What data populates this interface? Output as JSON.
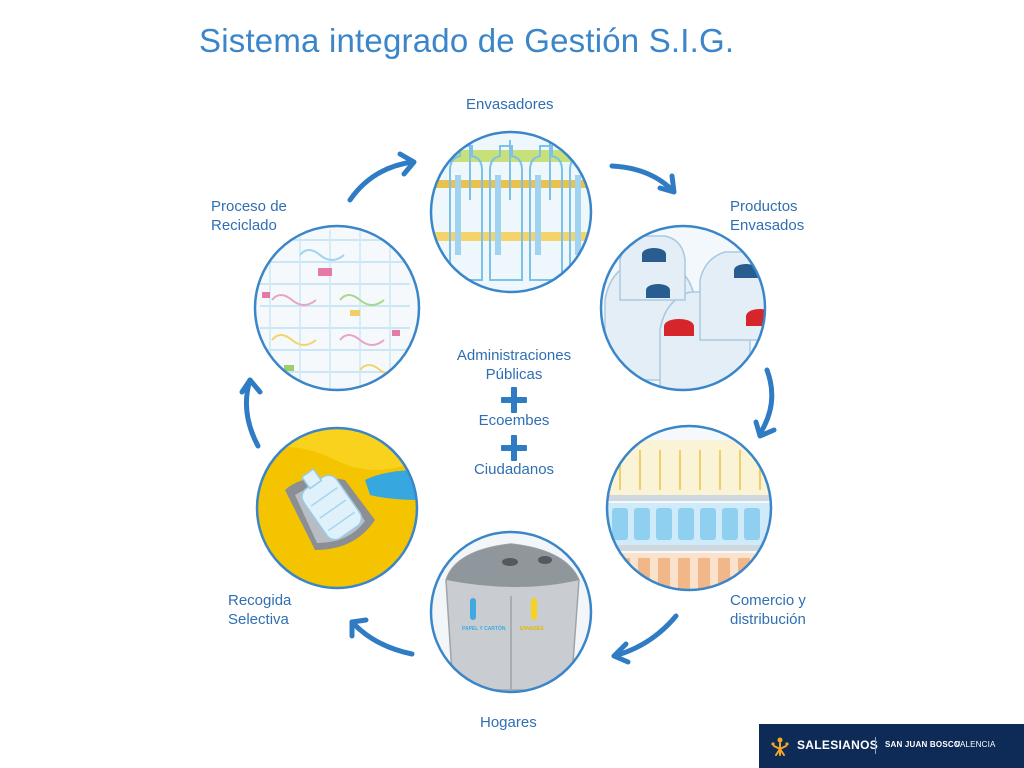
{
  "title": "Sistema integrado de Gestión S.I.G.",
  "stages": {
    "envasadores": "Envasadores",
    "productos": [
      "Productos",
      "Envasados"
    ],
    "comercio": [
      "Comercio y",
      "distribución"
    ],
    "hogares": "Hogares",
    "recogida": [
      "Recogida",
      "Selectiva"
    ],
    "reciclado": [
      "Proceso de",
      "Reciclado"
    ]
  },
  "center": {
    "line1": "Administraciones",
    "line2": "Públicas",
    "line3": "Ecoembes",
    "line4": "Ciudadanos"
  },
  "bin_labels": {
    "left": "PAPEL Y CARTÓN",
    "right": "ENVASES"
  },
  "footer": {
    "brand": "SALESIANOS",
    "school": "SAN JUAN BOSCO",
    "city": "VALENCIA"
  },
  "colors": {
    "title": "#3a86c8",
    "label": "#2f6fb2",
    "arrow": "#2f7cc4",
    "footer_bg": "#0e2a57"
  }
}
